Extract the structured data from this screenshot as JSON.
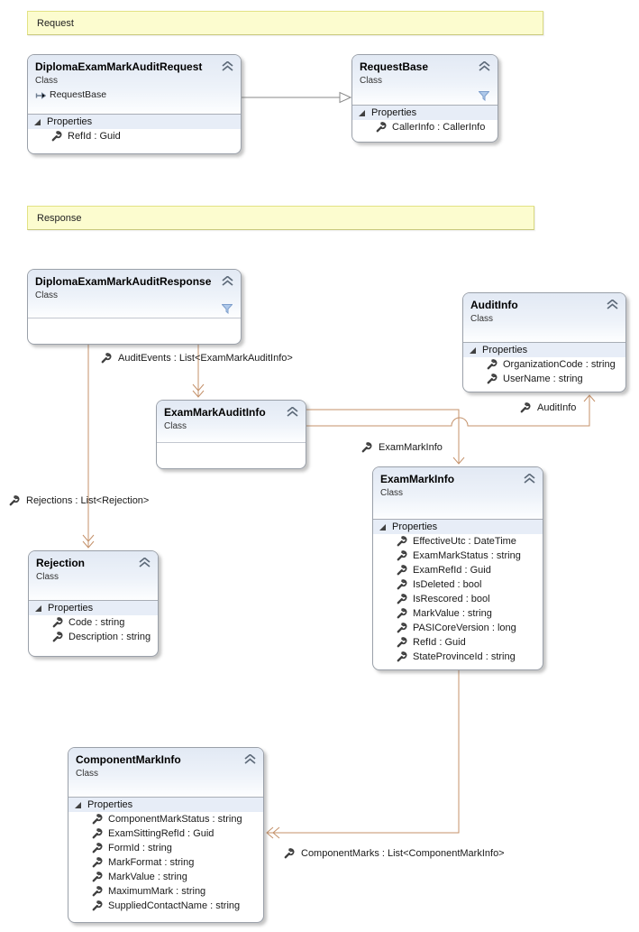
{
  "banners": {
    "request": "Request",
    "response": "Response"
  },
  "classes": [
    {
      "name": "DiplomaExamMarkAuditRequest",
      "stereotype": "Class",
      "base": "RequestBase",
      "section": "Properties",
      "props": [
        "RefId : Guid"
      ]
    },
    {
      "name": "RequestBase",
      "stereotype": "Class",
      "section": "Properties",
      "props": [
        "CallerInfo : CallerInfo"
      ]
    },
    {
      "name": "DiplomaExamMarkAuditResponse",
      "stereotype": "Class"
    },
    {
      "name": "AuditInfo",
      "stereotype": "Class",
      "section": "Properties",
      "props": [
        "OrganizationCode : string",
        "UserName : string"
      ]
    },
    {
      "name": "ExamMarkAuditInfo",
      "stereotype": "Class"
    },
    {
      "name": "ExamMarkInfo",
      "stereotype": "Class",
      "section": "Properties",
      "props": [
        "EffectiveUtc : DateTime",
        "ExamMarkStatus : string",
        "ExamRefId : Guid",
        "IsDeleted : bool",
        "IsRescored : bool",
        "MarkValue : string",
        "PASICoreVersion : long",
        "RefId : Guid",
        "StateProvinceId : string"
      ]
    },
    {
      "name": "Rejection",
      "stereotype": "Class",
      "section": "Properties",
      "props": [
        "Code : string",
        "Description : string"
      ]
    },
    {
      "name": "ComponentMarkInfo",
      "stereotype": "Class",
      "section": "Properties",
      "props": [
        "ComponentMarkStatus : string",
        "ExamSittingRefId : Guid",
        "FormId : string",
        "MarkFormat : string",
        "MarkValue : string",
        "MaximumMark : string",
        "SuppliedContactName : string"
      ]
    }
  ],
  "labels": {
    "auditEvents": "AuditEvents : List<ExamMarkAuditInfo>",
    "rejections": "Rejections : List<Rejection>",
    "examMarkInfo": "ExamMarkInfo",
    "auditInfo": "AuditInfo",
    "componentMarks": "ComponentMarks : List<ComponentMarkInfo>"
  },
  "colors": {
    "association": "#C4916A",
    "inheritance": "#8A8A8A",
    "banner_fill": "#FCFCCF",
    "banner_border": "#E2E284",
    "header_gradient_top": "#E2E9F4",
    "section_band": "#E7EDF7",
    "filter_icon": "#9FBCE2"
  }
}
